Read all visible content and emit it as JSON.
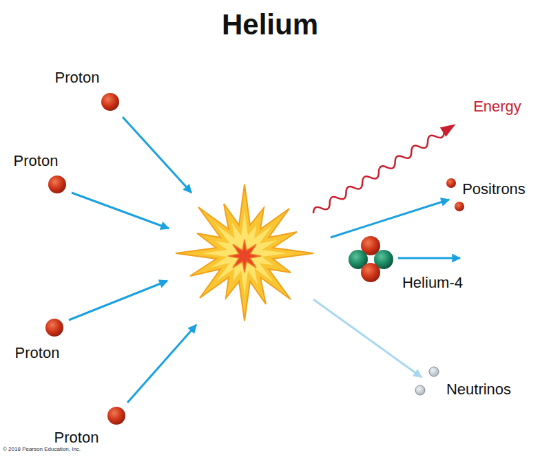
{
  "diagram": {
    "title": "Helium",
    "labels": [
      "Proton",
      "Proton",
      "Proton",
      "Proton",
      "Energy",
      "Positrons",
      "Helium-4",
      "Neutrinos",
      "© 2018 Pearson Education, Inc."
    ]
  }
}
